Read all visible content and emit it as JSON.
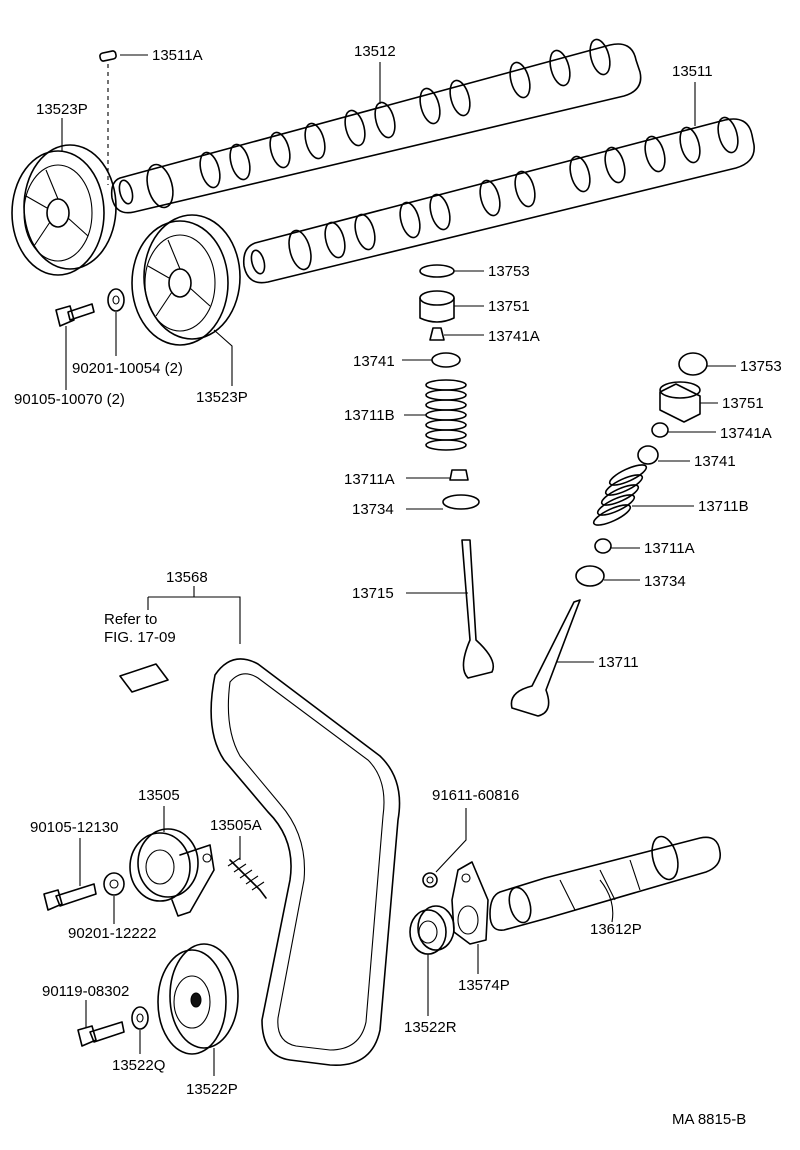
{
  "diagram": {
    "figure_code": "MA 8815-B",
    "note": {
      "line1": "Refer to",
      "line2": "FIG. 17-09"
    },
    "labels": {
      "p13511A": "13511A",
      "p13512": "13512",
      "p13511": "13511",
      "p13523P_top": "13523P",
      "p13523P_bottom": "13523P",
      "p90201_10054": "90201-10054 (2)",
      "p90105_10070": "90105-10070 (2)",
      "p13753_a": "13753",
      "p13751_a": "13751",
      "p13741A_a": "13741A",
      "p13741_a": "13741",
      "p13711B_a": "13711B",
      "p13711A_a": "13711A",
      "p13734_a": "13734",
      "p13715": "13715",
      "p13753_b": "13753",
      "p13751_b": "13751",
      "p13741A_b": "13741A",
      "p13741_b": "13741",
      "p13711B_b": "13711B",
      "p13711A_b": "13711A",
      "p13734_b": "13734",
      "p13711": "13711",
      "p13568": "13568",
      "p13505": "13505",
      "p13505A": "13505A",
      "p90105_12130": "90105-12130",
      "p90201_12222": "90201-12222",
      "p90119_08302": "90119-08302",
      "p13522Q": "13522Q",
      "p13522P": "13522P",
      "p91611_60816": "91611-60816",
      "p13522R": "13522R",
      "p13574P": "13574P",
      "p13612P": "13612P"
    }
  }
}
